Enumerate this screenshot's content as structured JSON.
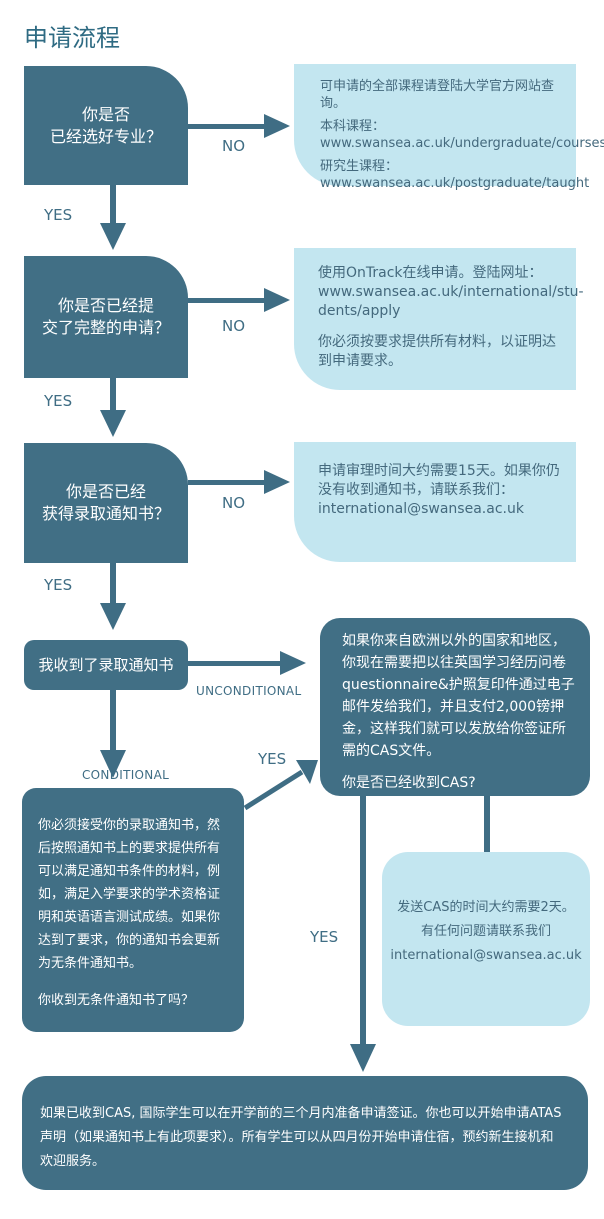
{
  "title": "申请流程",
  "q1": {
    "line1": "你是否",
    "line2": "已经选好专业？"
  },
  "info1": {
    "line1": "可申请的全部课程请登陆大学官方网站查询。",
    "line2": "本科课程：",
    "line3": "www.swansea.ac.uk/undergraduate/courses",
    "line4": "研究生课程：",
    "line5": "www.swansea.ac.uk/postgraduate/taught"
  },
  "q2": {
    "line1": "你是否已经提",
    "line2": "交了完整的申请？"
  },
  "info2": {
    "line1": "使用OnTrack在线申请。登陆网址：",
    "line2": "www.swansea.ac.uk/international/stu-",
    "line3": "dents/apply",
    "line4": "你必须按要求提供所有材料，以证明达",
    "line5": "到申请要求。"
  },
  "q3": {
    "line1": "你是否已经",
    "line2": "获得录取通知书？"
  },
  "info3": {
    "line1": "申请审理时间大约需要15天。如果你仍",
    "line2": "没有收到通知书，请联系我们：",
    "line3": "international@swansea.ac.uk"
  },
  "offer": "我收到了录取通知书",
  "uncond_box": {
    "line1": "如果你来自欧洲以外的国家和地区，",
    "line2": "你现在需要把以往英国学习经历问卷",
    "line3": "questionnaire&护照复印件通过电子",
    "line4": "邮件发给我们，并且支付2,000镑押",
    "line5": "金，这样我们就可以发放给你签证所",
    "line6": "需的CAS文件。",
    "line7": "你是否已经收到CAS?"
  },
  "cond_box": {
    "line1": "你必须接受你的录取通知书，然",
    "line2": "后按照通知书上的要求提供所有",
    "line3": "可以满足通知书条件的材料，例",
    "line4": "如，满足入学要求的学术资格证",
    "line5": "明和英语语言测试成绩。如果你",
    "line6": "达到了要求，你的通知书会更新",
    "line7": "为无条件通知书。",
    "line8": "你收到无条件通知书了吗？"
  },
  "cas_box": {
    "line1": "发送CAS的时间大约需要2天。",
    "line2": "有任何问题请联系我们",
    "line3": "international@swansea.ac.uk"
  },
  "final_box": {
    "line1": "如果已收到CAS, 国际学生可以在开学前的三个月内准备申请签证。你也可以开始申请ATAS",
    "line2": "声明（如果通知书上有此项要求）。所有学生可以从四月份开始申请住宿，预约新生接机和",
    "line3": "欢迎服务。"
  },
  "labels": {
    "no1": "NO",
    "yes1": "YES",
    "no2": "NO",
    "yes2": "YES",
    "no3": "NO",
    "yes3": "YES",
    "unconditional": "UNCONDITIONAL",
    "conditional": "CONDITIONAL",
    "yes_cond": "YES",
    "yes_final": "YES"
  },
  "colors": {
    "dark": "#416f85",
    "light": "#c3e6f0",
    "title": "#2f6b83"
  }
}
